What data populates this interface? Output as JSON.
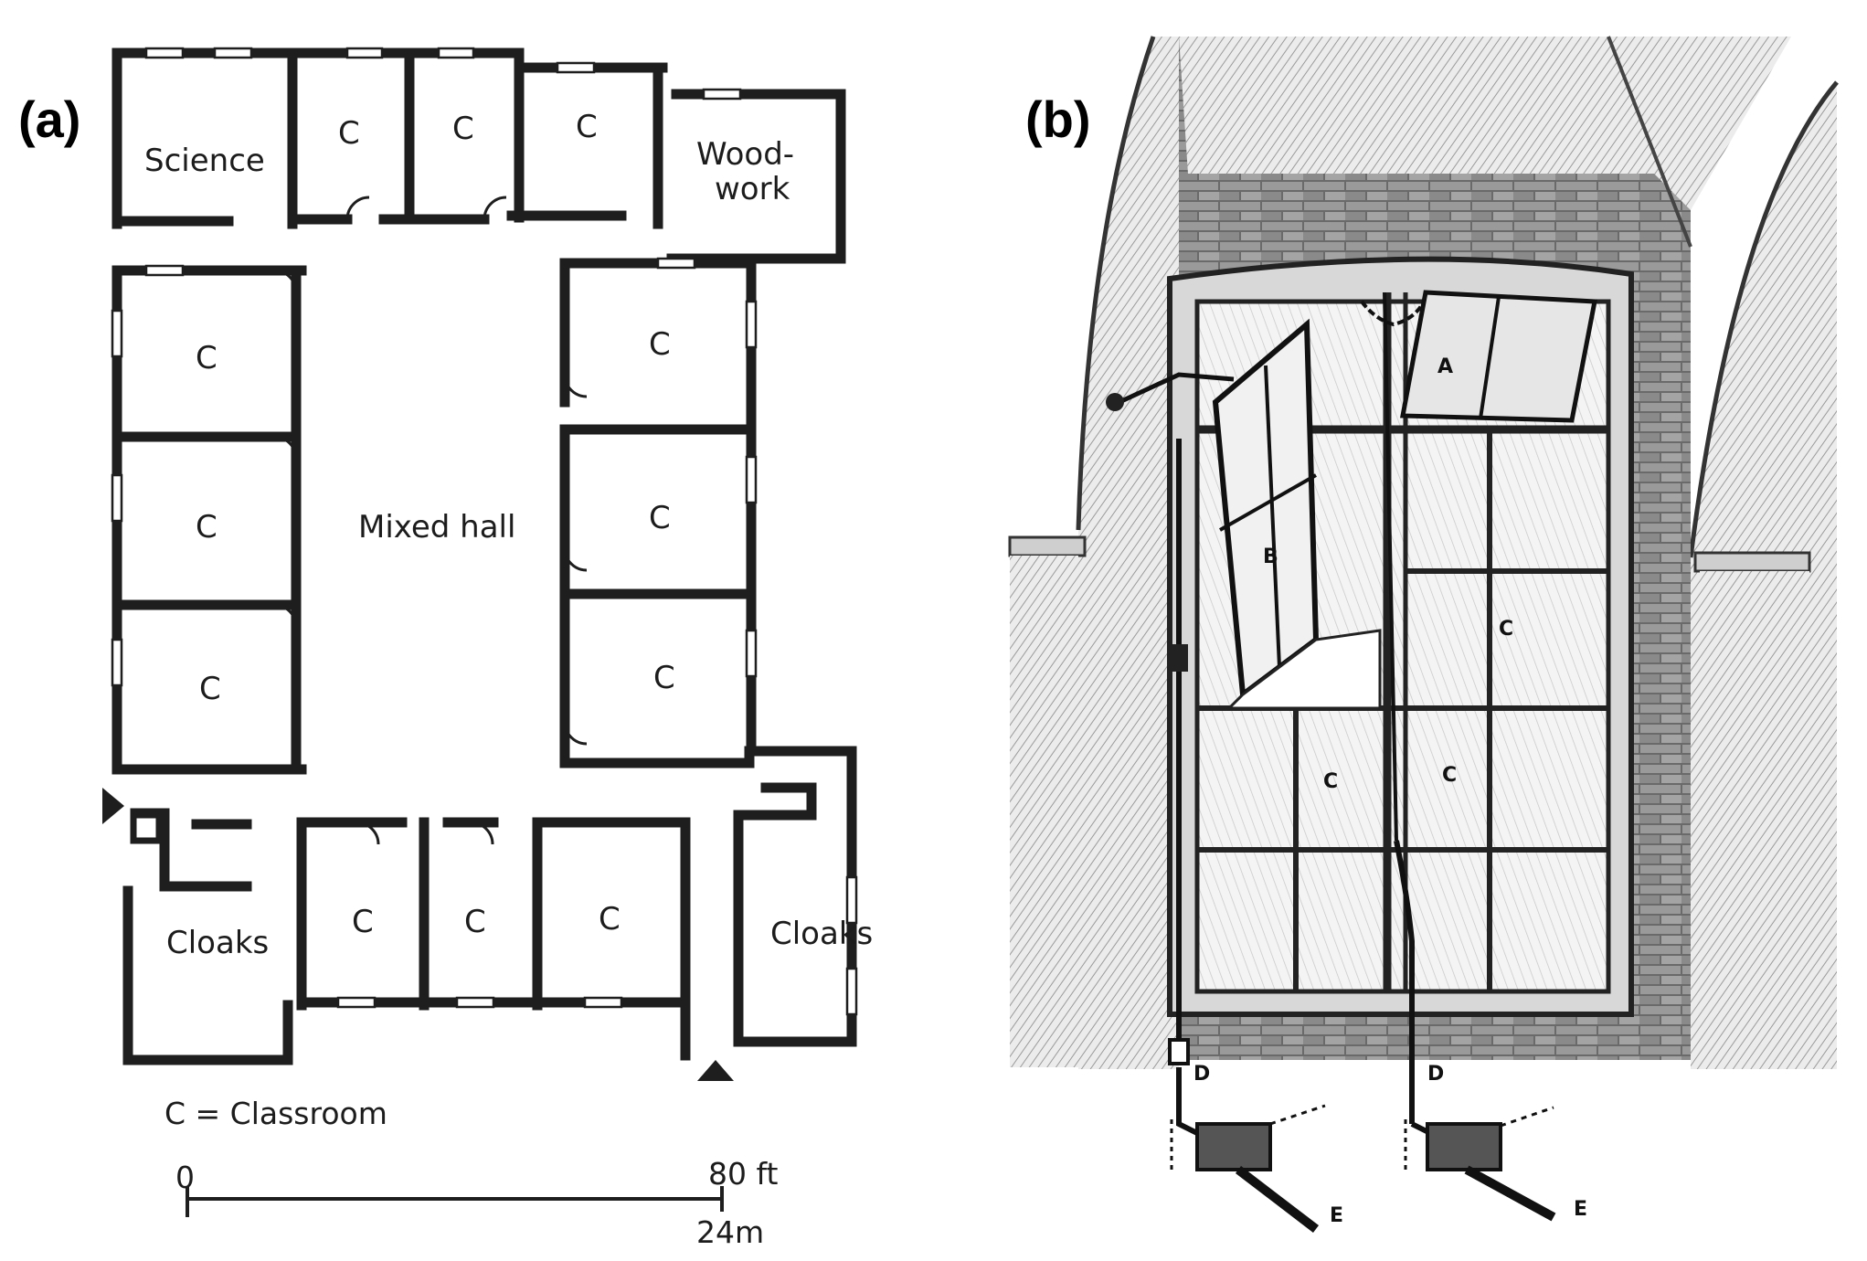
{
  "panel_a": {
    "label": "(a)",
    "rooms": {
      "science": "Science",
      "woodwork_line1": "Wood-",
      "woodwork_line2": "work",
      "mixed_hall": "Mixed hall",
      "cloaks_left": "Cloaks",
      "cloaks_right": "Cloaks",
      "classroom": "C"
    },
    "legend": "C = Classroom",
    "scale": {
      "start": "0",
      "end_ft": "80 ft",
      "end_m": "24m"
    }
  },
  "panel_b": {
    "label": "(b)",
    "labels": {
      "a": "A",
      "b": "B",
      "c": "C",
      "d": "D",
      "e": "E"
    }
  }
}
